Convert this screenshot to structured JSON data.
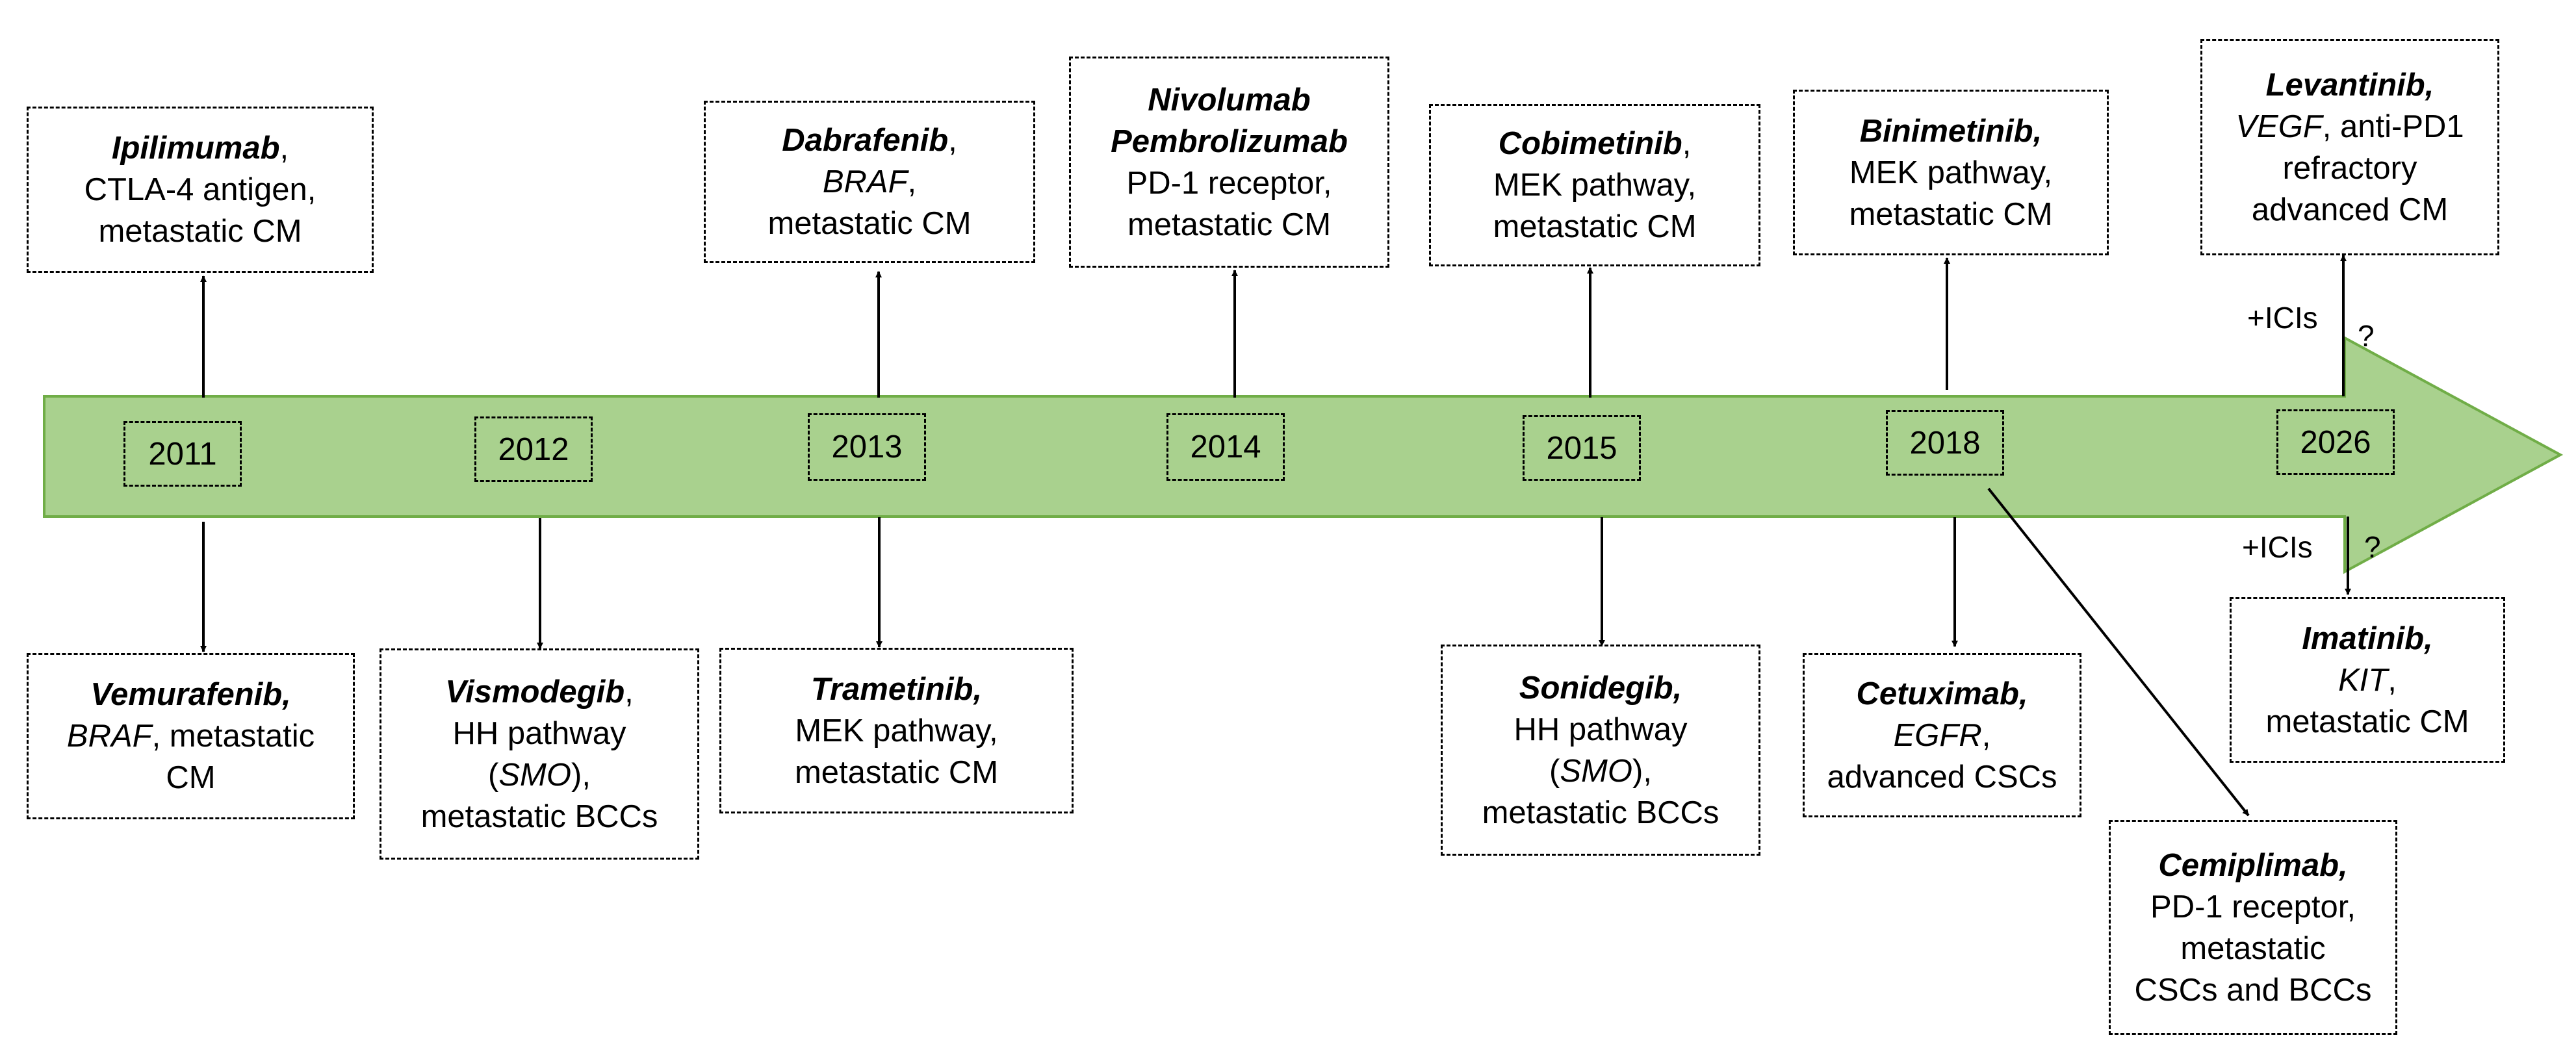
{
  "colors": {
    "timeline_fill": "#a9d18e",
    "timeline_stroke": "#70ad47",
    "line": "#000000"
  },
  "years": [
    "2011",
    "2012",
    "2013",
    "2014",
    "2015",
    "2018",
    "2026"
  ],
  "above": {
    "ipilimumab": {
      "name": "Ipilimumab",
      "punct": ",",
      "l2": "CTLA-4 antigen,",
      "l3": "metastatic CM"
    },
    "dabrafenib": {
      "name": "Dabrafenib",
      "punct": ",",
      "l2": "BRAF",
      "l2b": ",",
      "l3": "metastatic CM"
    },
    "nivolumab": {
      "name1": "Nivolumab",
      "name2": "Pembrolizumab",
      "l3": "PD-1 receptor,",
      "l4": "metastatic CM"
    },
    "cobimetinib": {
      "name": "Cobimetinib",
      "punct": ",",
      "l2": "MEK pathway,",
      "l3": "metastatic CM"
    },
    "binimetinib": {
      "name": "Binimetinib,",
      "l2": "MEK pathway,",
      "l3": "metastatic CM"
    },
    "levantinib": {
      "name": "Levantinib,",
      "l2": "VEGF",
      "l2b": ", anti-PD1",
      "l3": "refractory",
      "l4": "advanced CM"
    }
  },
  "below": {
    "vemurafenib": {
      "name": "Vemurafenib,",
      "l2": "BRAF",
      "l2b": ", metastatic",
      "l3": "CM"
    },
    "vismodegib": {
      "name": "Vismodegib",
      "punct": ",",
      "l2": "HH pathway",
      "l3a": "(",
      "l3": "SMO",
      "l3b": "),",
      "l4": "metastatic BCCs"
    },
    "trametinib": {
      "name": "Trametinib,",
      "l2": "MEK pathway,",
      "l3": "metastatic CM"
    },
    "sonidegib": {
      "name": "Sonidegib,",
      "l2": "HH pathway",
      "l3a": "(",
      "l3": "SMO",
      "l3b": "),",
      "l4": "metastatic BCCs"
    },
    "cetuximab": {
      "name": "Cetuximab,",
      "l2": "EGFR",
      "l2b": ",",
      "l3": "advanced CSCs"
    },
    "imatinib": {
      "name": "Imatinib,",
      "l2": "KIT",
      "l2b": ",",
      "l3": "metastatic CM"
    },
    "cemiplimab": {
      "name": "Cemiplimab,",
      "l2": "PD-1 receptor,",
      "l3": "metastatic",
      "l4": "CSCs and BCCs"
    }
  },
  "annotations": {
    "ici_top": "+ICIs",
    "q_top": "?",
    "ici_bottom": "+ICIs",
    "q_bottom": "?"
  }
}
